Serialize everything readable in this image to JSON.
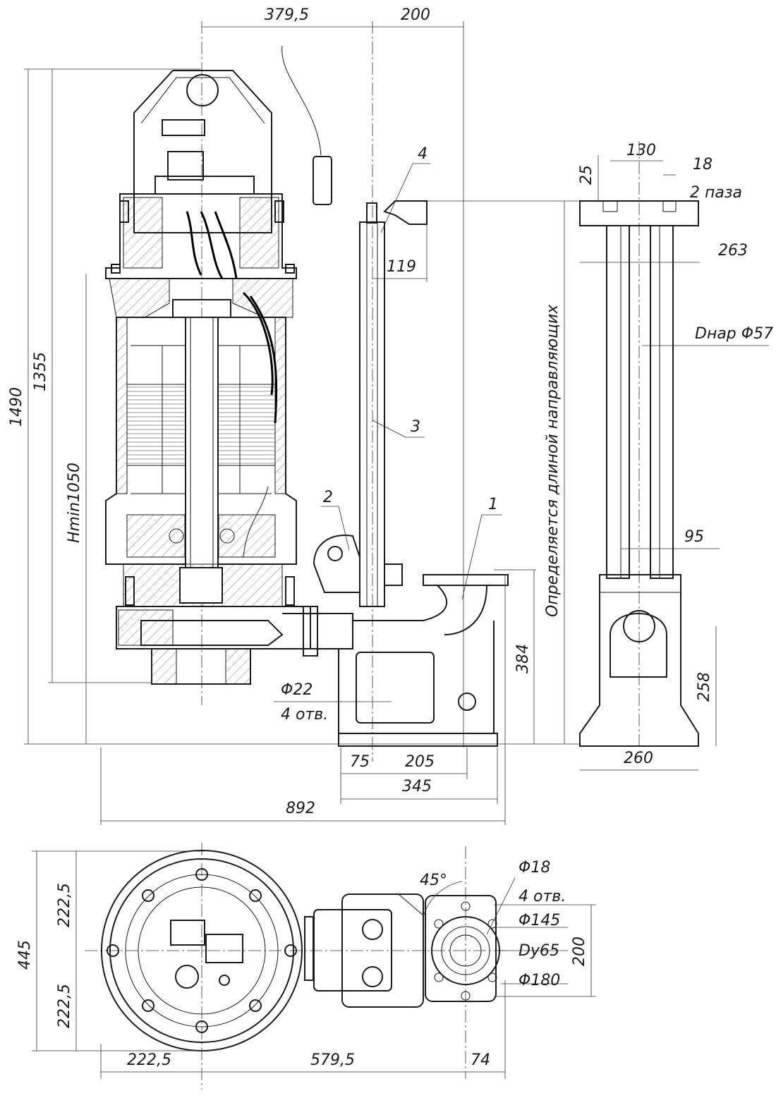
{
  "dims": {
    "d_379_5": "379,5",
    "d_200_top": "200",
    "d_1490": "1490",
    "d_1355": "1355",
    "d_hmin": "Hmin1050",
    "d_119": "119",
    "d_130": "130",
    "d_25": "25",
    "d_18": "18",
    "d_2paza": "2 паза",
    "d_263": "263",
    "d_dnar": "Dнар Φ57",
    "d_95": "95",
    "d_384": "384",
    "d_258": "258",
    "d_260": "260",
    "d_phi22": "Φ22",
    "d_4otv_side": "4 отв.",
    "d_75": "75",
    "d_205": "205",
    "d_345": "345",
    "d_892": "892",
    "d_vertical_note": "Определяется длиной направляющих",
    "d_445": "445",
    "d_222_5_a": "222,5",
    "d_222_5_b": "222,5",
    "d_222_5_c": "222,5",
    "d_579_5": "579,5",
    "d_74": "74",
    "d_45": "45°",
    "d_phi18": "Φ18",
    "d_4otv_plan": "4 отв.",
    "d_phi145": "Φ145",
    "d_dy65": "Dy65",
    "d_phi180": "Φ180",
    "d_200_plan": "200"
  },
  "callouts": {
    "c1": "1",
    "c2": "2",
    "c3": "3",
    "c4": "4"
  }
}
